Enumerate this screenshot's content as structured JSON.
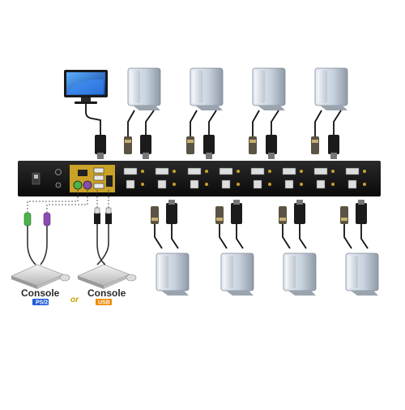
{
  "diagram": {
    "console_ps2": {
      "label": "Console",
      "badge": "PS/2",
      "badge_color": "#1e5bd8"
    },
    "console_usb": {
      "label": "Console",
      "badge": "USB",
      "badge_color": "#f08a00"
    },
    "or_text": "or",
    "or_color": "#c8a000",
    "kvm_color": "#141414",
    "panel_color": "#c9a227",
    "monitor_screen_color": "#1f6fd6",
    "ps2_mouse_color": "#4bb348",
    "ps2_keyboard_color": "#8a4bb3",
    "computers_top_count": 4,
    "computers_bottom_count": 4,
    "kvm_port_pairs": 8
  }
}
